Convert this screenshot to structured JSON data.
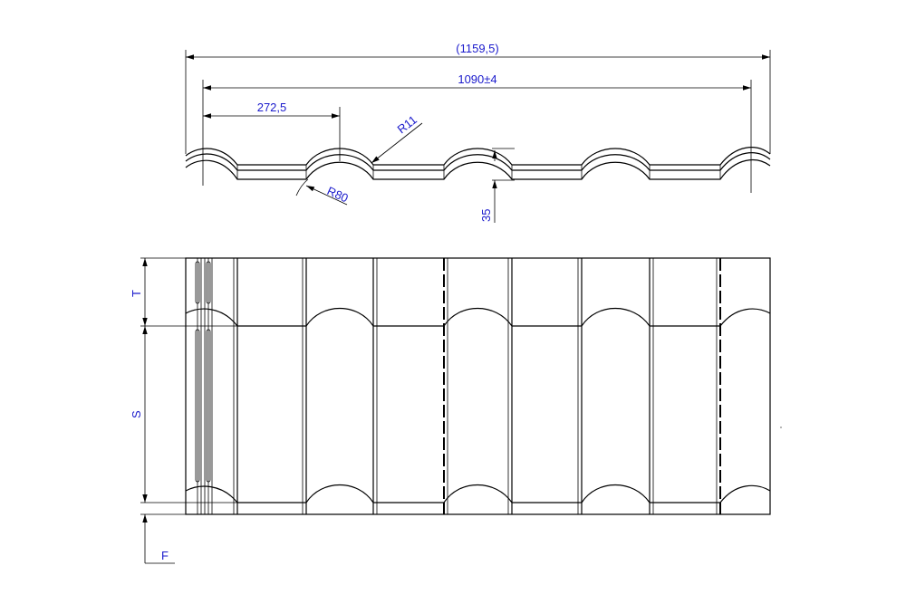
{
  "drawing": {
    "dimensions": {
      "overall_width": "(1159,5)",
      "effective_width": "1090±4",
      "wave_pitch": "272,5",
      "crest_radius": "R11",
      "wave_radius": "R80",
      "profile_height": "35"
    },
    "labels": {
      "top_length": "T",
      "step_length": "S",
      "front_overhang": "F"
    },
    "line_color": "#000000",
    "dimension_text_color": "#1a1acc"
  }
}
